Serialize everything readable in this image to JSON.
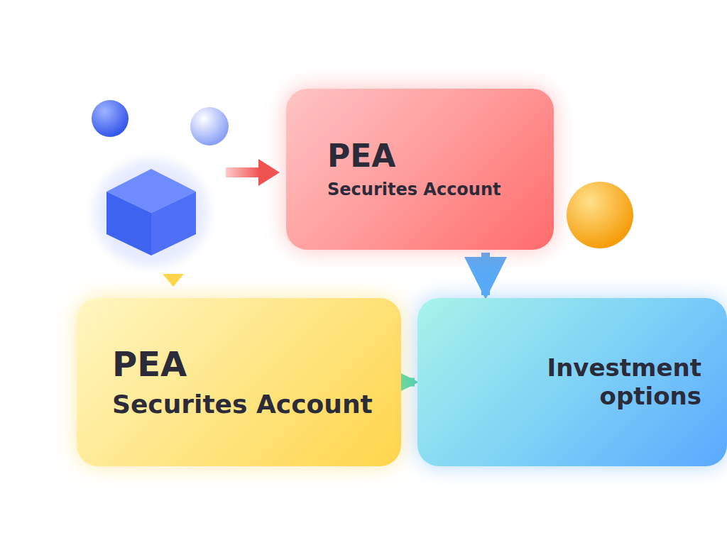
{
  "diagram": {
    "nodes": [
      {
        "text": [
          "PEA",
          "Securites Account"
        ]
      },
      {
        "text": [
          "PEA",
          "Securites Account"
        ]
      },
      {
        "text": [
          "Investment options"
        ]
      }
    ],
    "edges": [
      {
        "from": 0,
        "to": 2,
        "arrow": "to"
      },
      {
        "from": 1,
        "to": 2,
        "arrow": "to"
      }
    ]
  }
}
